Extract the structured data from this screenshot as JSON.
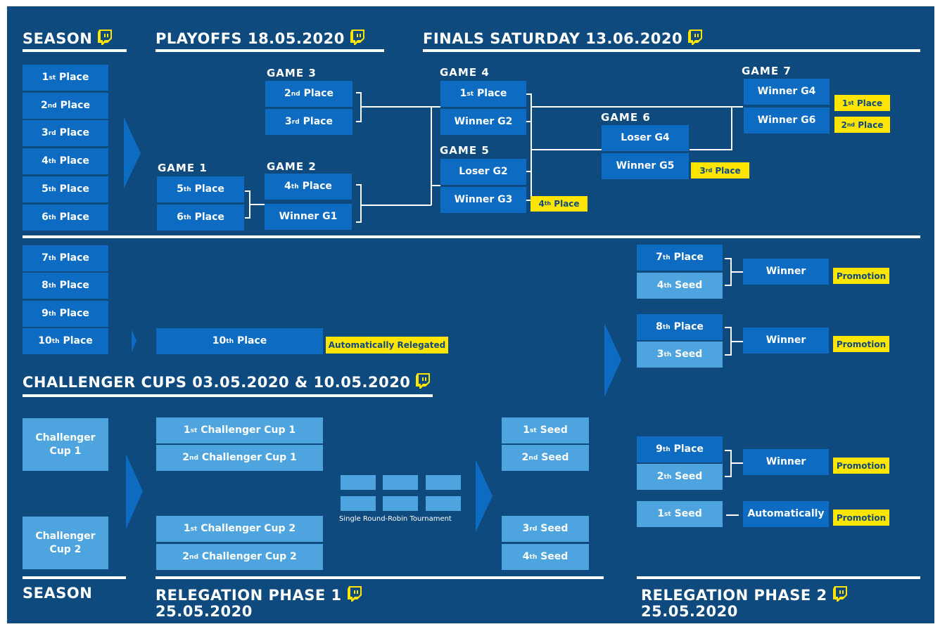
{
  "colors": {
    "background": "#0e4a7e",
    "box_dark": "#0d6cc2",
    "box_light": "#4ea4de",
    "highlight": "#ffe500",
    "line": "#ffffff"
  },
  "icons": [
    "twitch-icon"
  ],
  "headers": {
    "season_top": "SEASON",
    "playoffs": "PLAYOFFS 18.05.2020",
    "finals": "FINALS SATURDAY 13.06.2020",
    "challenger": "CHALLENGER CUPS 03.05.2020 & 10.05.2020",
    "season_bottom": "SEASON",
    "relegation1_line1": "RELEGATION PHASE 1",
    "relegation1_line2": "25.05.2020",
    "relegation2_line1": "RELEGATION PHASE 2",
    "relegation2_line2": "25.05.2020"
  },
  "games": {
    "g1": "GAME 1",
    "g2": "GAME 2",
    "g3": "GAME 3",
    "g4": "GAME 4",
    "g5": "GAME 5",
    "g6": "GAME 6",
    "g7": "GAME 7"
  },
  "season": [
    {
      "n": "1",
      "sup": "st",
      "label": "Place"
    },
    {
      "n": "2",
      "sup": "nd",
      "label": "Place"
    },
    {
      "n": "3",
      "sup": "rd",
      "label": "Place"
    },
    {
      "n": "4",
      "sup": "th",
      "label": "Place"
    },
    {
      "n": "5",
      "sup": "th",
      "label": "Place"
    },
    {
      "n": "6",
      "sup": "th",
      "label": "Place"
    },
    {
      "n": "7",
      "sup": "th",
      "label": "Place"
    },
    {
      "n": "8",
      "sup": "th",
      "label": "Place"
    },
    {
      "n": "9",
      "sup": "th",
      "label": "Place"
    },
    {
      "n": "10",
      "sup": "th",
      "label": "Place"
    }
  ],
  "bracket": {
    "g1_top": {
      "n": "5",
      "sup": "th",
      "label": "Place"
    },
    "g1_bottom": {
      "n": "6",
      "sup": "th",
      "label": "Place"
    },
    "g2_top": {
      "n": "4",
      "sup": "th",
      "label": "Place"
    },
    "g2_bottom": "Winner G1",
    "g3_top": {
      "n": "2",
      "sup": "nd",
      "label": "Place"
    },
    "g3_bottom": {
      "n": "3",
      "sup": "rd",
      "label": "Place"
    },
    "g4_top": {
      "n": "1",
      "sup": "st",
      "label": "Place"
    },
    "g4_bottom": "Winner G2",
    "g5_top": "Loser G2",
    "g5_bottom": "Winner G3",
    "g6_top": "Loser G4",
    "g6_bottom": "Winner G5",
    "g7_top": "Winner G4",
    "g7_bottom": "Winner G6"
  },
  "results": {
    "first": {
      "n": "1",
      "sup": "st",
      "label": "Place"
    },
    "second": {
      "n": "2",
      "sup": "nd",
      "label": "Place"
    },
    "third": {
      "n": "3",
      "sup": "rd",
      "label": "Place"
    },
    "fourth": {
      "n": "4",
      "sup": "th",
      "label": "Place"
    }
  },
  "relegated": {
    "box": {
      "n": "10",
      "sup": "th",
      "label": "Place"
    },
    "tag": "Automatically Relegated"
  },
  "cups": {
    "cup1": "Challenger Cup 1",
    "cup2": "Challenger Cup 2"
  },
  "cup_qualifiers": [
    {
      "n": "1",
      "sup": "st",
      "label": "Challenger Cup 1"
    },
    {
      "n": "2",
      "sup": "nd",
      "label": "Challenger Cup 1"
    },
    {
      "n": "1",
      "sup": "st",
      "label": "Challenger Cup 2"
    },
    {
      "n": "2",
      "sup": "nd",
      "label": "Challenger Cup 2"
    }
  ],
  "round_robin": "Single Round-Robin Tournament",
  "seeds": [
    {
      "n": "1",
      "sup": "st",
      "label": "Seed"
    },
    {
      "n": "2",
      "sup": "nd",
      "label": "Seed"
    },
    {
      "n": "3",
      "sup": "rd",
      "label": "Seed"
    },
    {
      "n": "4",
      "sup": "th",
      "label": "Seed"
    }
  ],
  "relegation2": {
    "m1": {
      "top": {
        "n": "7",
        "sup": "th",
        "label": "Place"
      },
      "bottom": {
        "n": "4",
        "sup": "th",
        "label": "Seed"
      },
      "result": "Winner",
      "tag": "Promotion"
    },
    "m2": {
      "top": {
        "n": "8",
        "sup": "th",
        "label": "Place"
      },
      "bottom": {
        "n": "3",
        "sup": "th",
        "label": "Seed"
      },
      "result": "Winner",
      "tag": "Promotion"
    },
    "m3": {
      "top": {
        "n": "9",
        "sup": "th",
        "label": "Place"
      },
      "bottom": {
        "n": "2",
        "sup": "th",
        "label": "Seed"
      },
      "result": "Winner",
      "tag": "Promotion"
    },
    "m4": {
      "single": {
        "n": "1",
        "sup": "st",
        "label": "Seed"
      },
      "result": "Automatically",
      "tag": "Promotion"
    }
  }
}
